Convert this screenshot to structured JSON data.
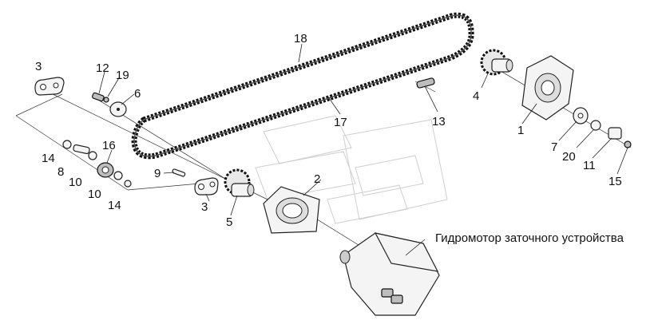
{
  "callouts": {
    "n1": "1",
    "n2": "2",
    "n3a": "3",
    "n3b": "3",
    "n4": "4",
    "n5": "5",
    "n6": "6",
    "n7": "7",
    "n8": "8",
    "n9": "9",
    "n10a": "10",
    "n10b": "10",
    "n11": "11",
    "n12": "12",
    "n13": "13",
    "n14a": "14",
    "n14b": "14",
    "n15": "15",
    "n16": "16",
    "n17": "17",
    "n18": "18",
    "n19": "19",
    "n20": "20"
  },
  "caption": "Гидромотор заточного устройства"
}
